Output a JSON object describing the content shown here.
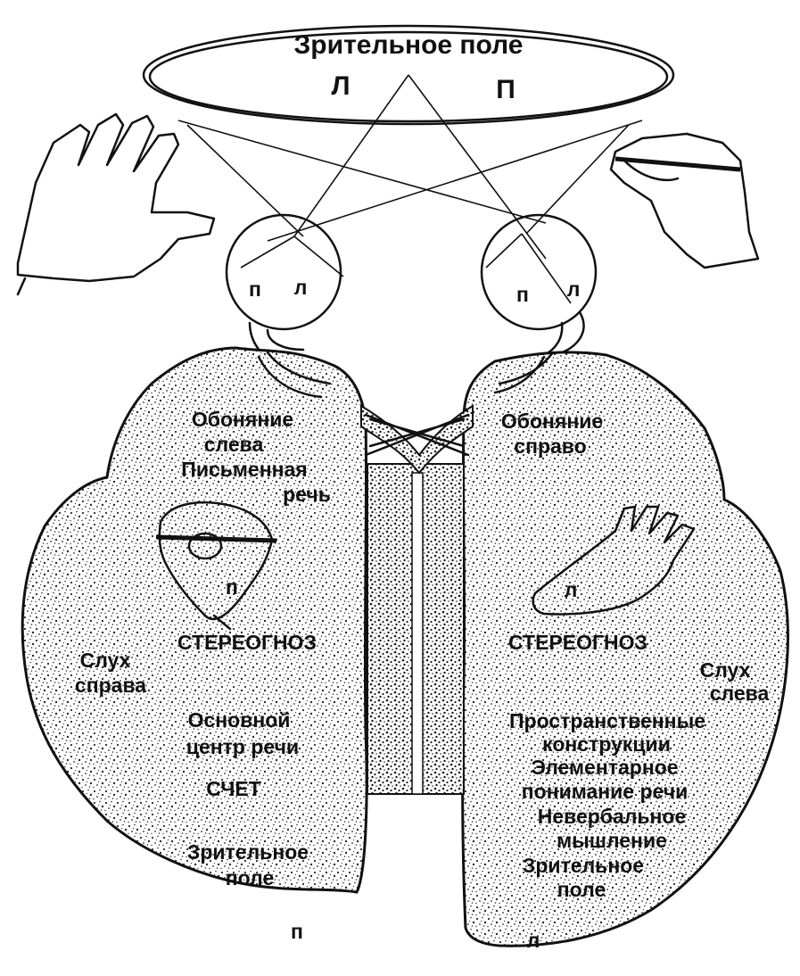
{
  "visual_field": {
    "title": "Зрительное поле",
    "left_mark": "Л",
    "right_mark": "П"
  },
  "left_eye": {
    "mark_a": "п",
    "mark_b": "л"
  },
  "right_eye": {
    "mark_a": "п",
    "mark_b": "л"
  },
  "left_hemisphere": {
    "smell": [
      "Обоняние",
      "слева"
    ],
    "written_speech": [
      "Письменная",
      "речь"
    ],
    "hand_mark": "п",
    "stereognosis": "СТЕРЕОГНОЗ",
    "hearing": [
      "Слух",
      "справа"
    ],
    "speech_center": [
      "Основной",
      "центр речи"
    ],
    "counting": "СЧЕТ",
    "visual_field": [
      "Зрительное",
      "поле"
    ],
    "bottom_mark": "п"
  },
  "right_hemisphere": {
    "smell": [
      "Обоняние",
      "справо"
    ],
    "hand_mark": "л",
    "stereognosis": "СТЕРЕОГНОЗ",
    "hearing": [
      "Слух",
      "слева"
    ],
    "spatial": [
      "Пространственные",
      "конструкции"
    ],
    "speech_understanding": [
      "Элементарное",
      "понимание речи"
    ],
    "nonverbal": [
      "Невербальное",
      "мышление"
    ],
    "visual_field": [
      "Зрительное",
      "поле"
    ],
    "bottom_mark": "л"
  },
  "colors": {
    "ink": "#111111",
    "paper": "#ffffff",
    "stipple": "#2a2a2a"
  }
}
